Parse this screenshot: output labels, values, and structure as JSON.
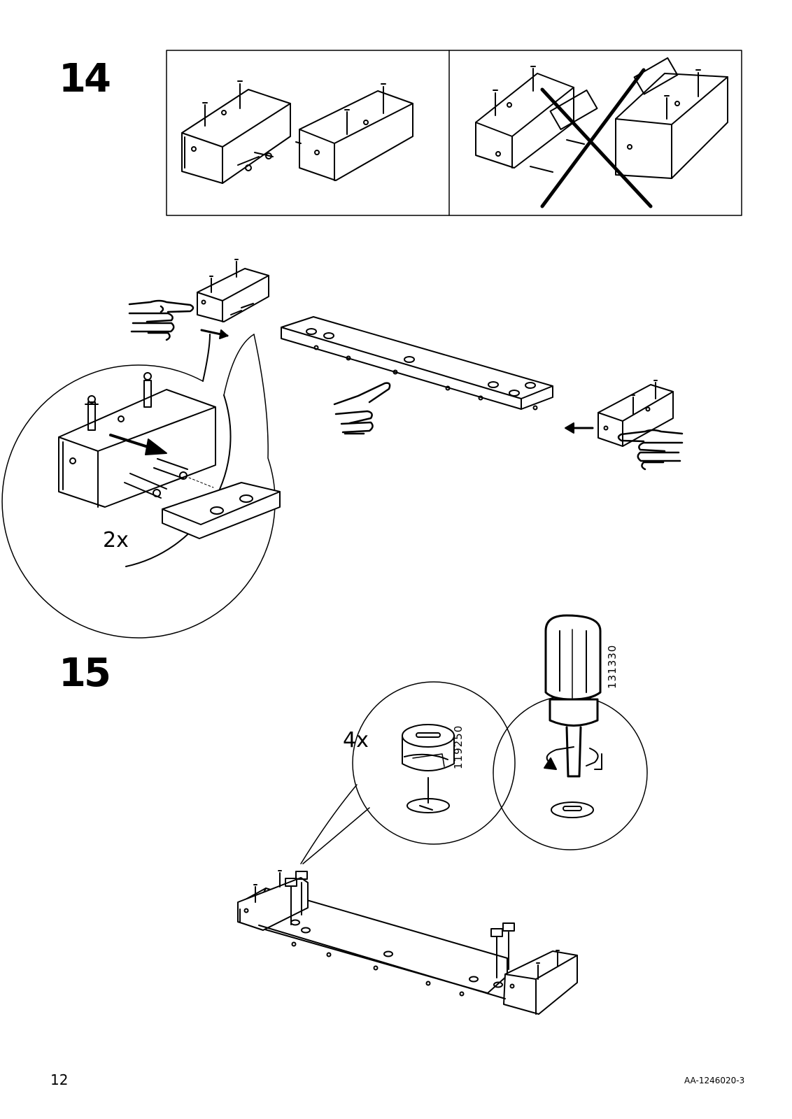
{
  "steps": [
    {
      "number": "14",
      "quantity": "2x"
    },
    {
      "number": "15",
      "quantity": "4x",
      "part_cam_lock": "119250",
      "part_screwdriver": "131330"
    }
  ],
  "footer": {
    "page_number": "12",
    "doc_id": "AA-1246020-3"
  },
  "icons": [
    "hand-pointing-icon",
    "wrong-way-cross-icon",
    "screwdriver-icon",
    "rotate-arrow-icon"
  ]
}
